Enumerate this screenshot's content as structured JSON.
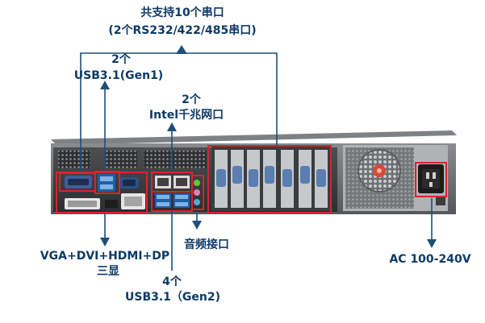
{
  "labels": {
    "serial_line1": "共支持10个串口",
    "serial_line2": "(2个RS232/422/485串口)",
    "usb31g1_line1": "2个",
    "usb31g1_line2": "USB3.1(Gen1)",
    "lan_line1": "2个",
    "lan_line2": "Intel千兆网口",
    "display_line1": "VGA+DVI+HDMI+DP",
    "display_line2": "三显",
    "audio": "音频接口",
    "usb31g2_line1": "4个",
    "usb31g2_line2": "USB3.1（Gen2)",
    "power": "AC 100-240V"
  },
  "colors": {
    "label_text": "#0d3a66",
    "arrow": "#1e4f7c",
    "callout_box": "#d9232e",
    "chassis": "#6c6f72"
  },
  "icons": [
    "arrow-up-icon",
    "arrow-down-icon",
    "fan-icon",
    "power-socket-icon",
    "db9-port-icon",
    "usb-port-icon",
    "lan-port-icon",
    "audio-jack-icon"
  ]
}
